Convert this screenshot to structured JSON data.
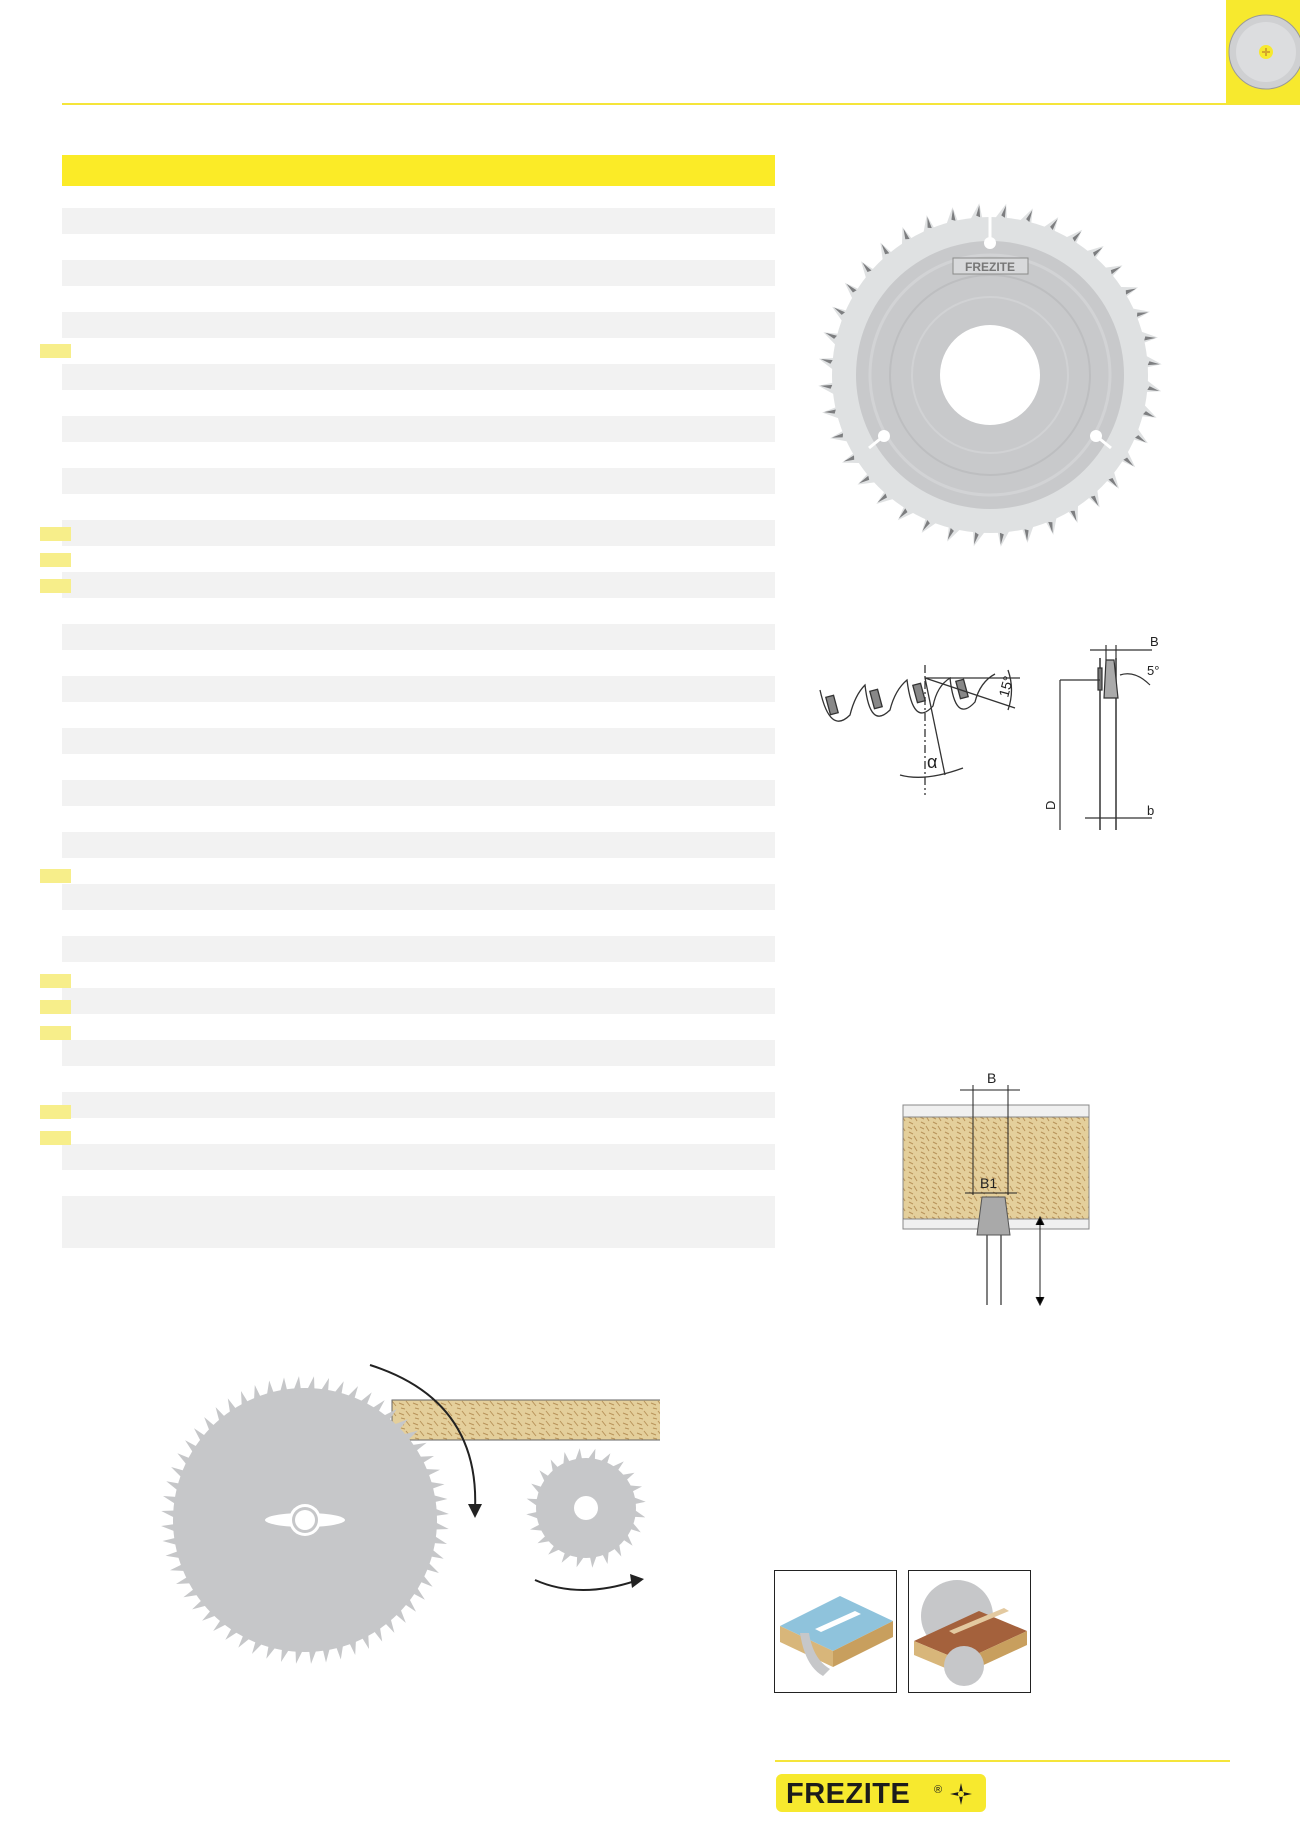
{
  "brand": {
    "name": "FREZITE",
    "registered_mark": "®",
    "colors": {
      "yellow": "#fbeb27",
      "stripe": "#f2f2f2",
      "blade": "#c6c7c9",
      "text": "#1c1c1c"
    }
  },
  "blade_illustration": {
    "stamp": "FREZITE"
  },
  "tooth_diagram": {
    "labels": {
      "top_angle": "15°",
      "hook_angle": "α"
    }
  },
  "profile_diagram": {
    "labels": {
      "width_top": "B",
      "side_angle": "5°",
      "diameter": "D",
      "body_width": "b"
    }
  },
  "scoring_diagram": {
    "labels": {
      "cut_width": "B",
      "scorer_width": "B1"
    }
  },
  "table": {
    "row_count": 39
  },
  "icons": [
    "scoring-cut-icon",
    "panel-cut-icon"
  ]
}
